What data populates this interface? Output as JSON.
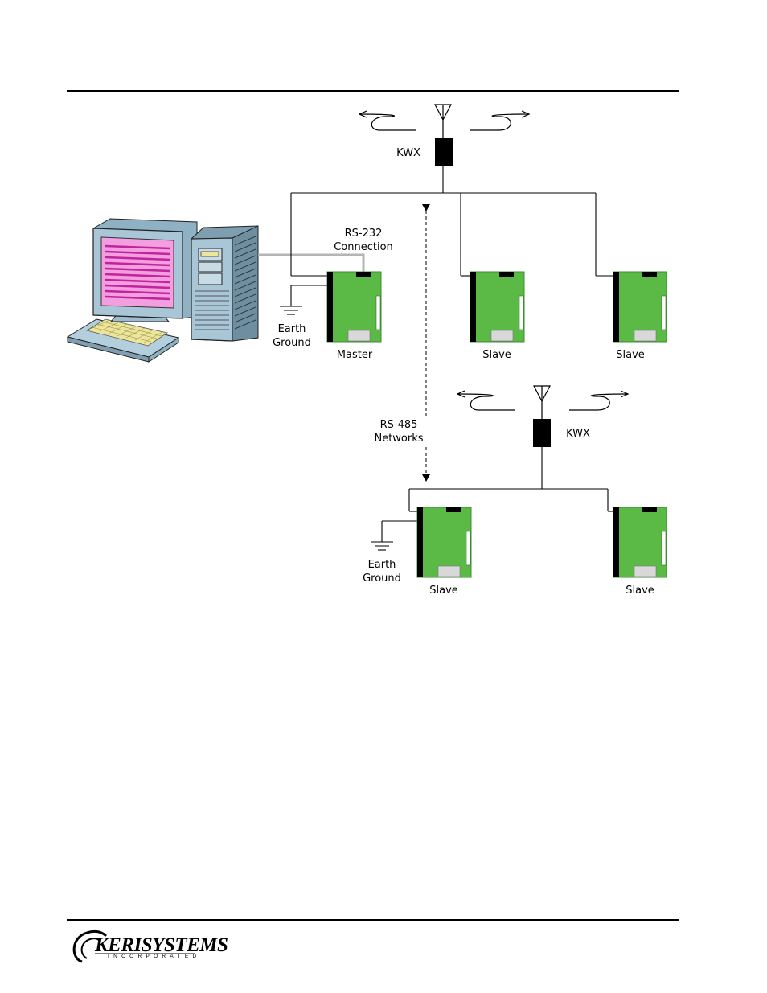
{
  "diagram": {
    "kwx_top_label": "KWX",
    "kwx_bottom_label": "KWX",
    "rs232_label_line1": "RS-232",
    "rs232_label_line2": "Connection",
    "rs485_label_line1": "RS-485",
    "rs485_label_line2": "Networks",
    "earth_top_line1": "Earth",
    "earth_top_line2": "Ground",
    "earth_bottom_line1": "Earth",
    "earth_bottom_line2": "Ground",
    "master_label": "Master",
    "slave_top_mid_label": "Slave",
    "slave_top_right_label": "Slave",
    "slave_bottom_left_label": "Slave",
    "slave_bottom_right_label": "Slave"
  },
  "footer": {
    "logo_main": "KERISYSTEMS",
    "logo_sub": "INCORPORATED"
  },
  "colors": {
    "board_green": "#5bb946",
    "screen_magenta": "#c0259b",
    "computer_blue": "#a9c6d6"
  }
}
